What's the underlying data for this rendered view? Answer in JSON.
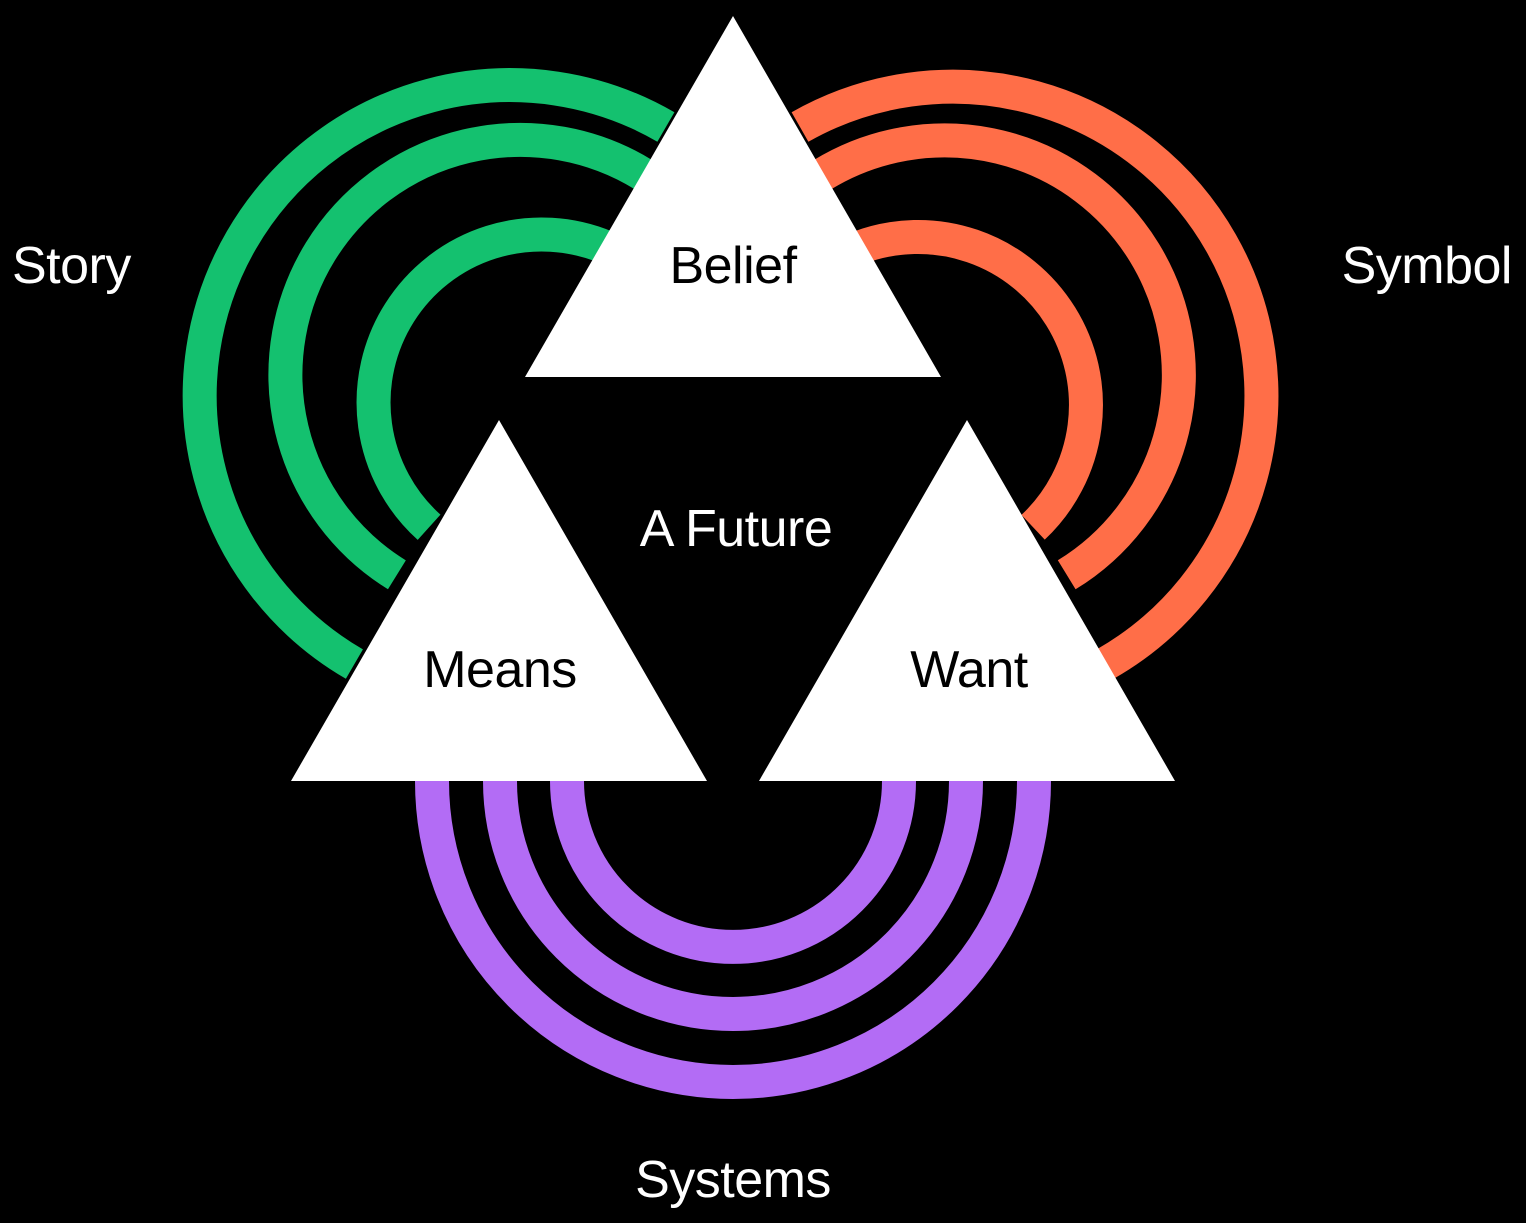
{
  "diagram": {
    "center_label": "A Future",
    "triangles": {
      "top": {
        "label": "Belief"
      },
      "left": {
        "label": "Means"
      },
      "right": {
        "label": "Want"
      }
    },
    "arcs": {
      "left": {
        "label": "Story",
        "color": "#14C16F"
      },
      "right": {
        "label": "Symbol",
        "color": "#FF6E48"
      },
      "bottom": {
        "label": "Systems",
        "color": "#B36CF5"
      }
    },
    "background_color": "#000000",
    "triangle_color": "#FFFFFF"
  }
}
